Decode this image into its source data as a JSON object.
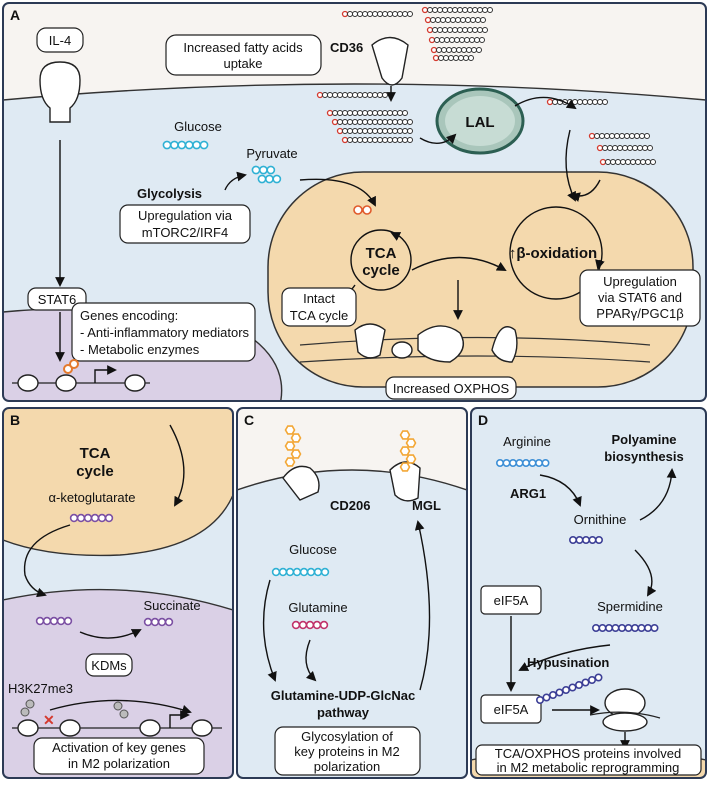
{
  "colors": {
    "cytoplasm": "#dfeaf3",
    "extracellular": "#f7f4f1",
    "mito_fill": "#f4d9ad",
    "mito_stroke": "#333333",
    "nucleus": "#dad0e6",
    "lal_fill": "#a9c6bb",
    "glucose_chain": "#2fb1d4",
    "pyruvate_chain": "#2fb1d4",
    "akg_chain": "#7b4fa3",
    "glutamine_chain": "#c0336b",
    "ornithine_chain": "#3c3f96",
    "arginine_chain": "#3d8fd6",
    "glycan": "#f3a736",
    "fatty_acid_head": "#d43a2f",
    "panel_border": "#2c3a55"
  },
  "panel_a": {
    "letter": "A",
    "il4": "IL-4",
    "fatty_acid_box": [
      "Increased fatty acids",
      "uptake"
    ],
    "cd36": "CD36",
    "lal": "LAL",
    "glucose": "Glucose",
    "pyruvate": "Pyruvate",
    "glycolysis": "Glycolysis",
    "glycolysis_box": [
      "Upregulation via",
      "mTORC2/IRF4"
    ],
    "tca": [
      "TCA",
      "cycle"
    ],
    "beta_ox": "↑β-oxidation",
    "intact_box": [
      "Intact",
      "TCA cycle"
    ],
    "upreg_box": [
      "Upregulation",
      "via STAT6 and",
      "PPARγ/PGC1β"
    ],
    "stat6": "STAT6",
    "genes_box": [
      "Genes encoding:",
      "- Anti-inflammatory mediators",
      "- Metabolic enzymes"
    ],
    "oxphos_box": "Increased OXPHOS"
  },
  "panel_b": {
    "letter": "B",
    "tca": [
      "TCA",
      "cycle"
    ],
    "akg": "α-ketoglutarate",
    "succinate": "Succinate",
    "kdms": "KDMs",
    "h3k27": "H3K27me3",
    "activation_box": [
      "Activation of key genes",
      "in M2 polarization"
    ]
  },
  "panel_c": {
    "letter": "C",
    "cd206": "CD206",
    "mgl": "MGL",
    "glucose": "Glucose",
    "glutamine": "Glutamine",
    "pathway": [
      "Glutamine-UDP-GlcNac",
      "pathway"
    ],
    "glyco_box": [
      "Glycosylation of",
      "key proteins in M2",
      "polarization"
    ]
  },
  "panel_d": {
    "letter": "D",
    "arginine": "Arginine",
    "polyamine": [
      "Polyamine",
      "biosynthesis"
    ],
    "arg1": "ARG1",
    "ornithine": "Ornithine",
    "spermidine": "Spermidine",
    "eif5a_top": "eIF5A",
    "hypusination": "Hypusination",
    "eif5a_bottom": "eIF5A",
    "tca_box": [
      "TCA/OXPHOS proteins involved",
      "in M2 metabolic reprogramming"
    ]
  }
}
